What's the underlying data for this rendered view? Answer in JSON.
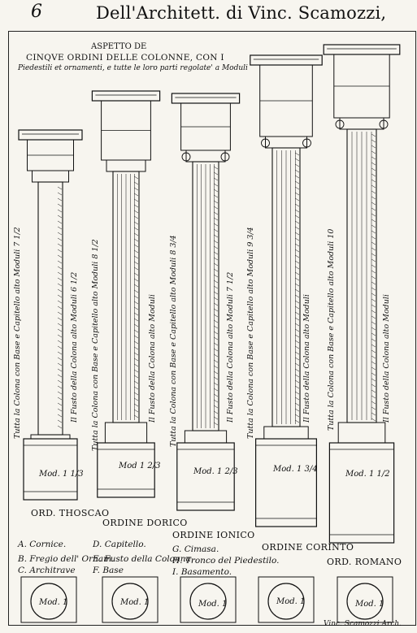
{
  "header": {
    "page_number": "6",
    "title": "Dell'Architett. di Vinc. Scamozzi,"
  },
  "plate": {
    "caption_line1": "ASPETTO DE",
    "caption_line2": "CINQVE ORDINI DELLE COLONNE, CON I",
    "caption_line3": "Piedestili et ornamenti, e tutte le loro parti regolate' a Moduli",
    "orders": [
      {
        "name": "ORD. THOSCAO",
        "vertical_label": "Tutta la Colona con Base e Capitello alto Moduli 7 1/2",
        "shaft_label": "Il Fusto della Colona alto Moduli 6 1/2",
        "pedestal_label": "Mod. 1 1/3"
      },
      {
        "name": "ORDINE DORICO",
        "vertical_label": "Tutta la Colona con Base e Capitello alto Moduli 8 1/2",
        "shaft_label": "Il Fusto della Colona alto Moduli",
        "pedestal_label": "Mod 1 2/3"
      },
      {
        "name": "ORDINE IONICO",
        "vertical_label": "Tutta la Colona con Base e Capitello alto Moduli 8 3/4",
        "shaft_label": "Il Fusto della Colona alto Moduli 7 1/2",
        "pedestal_label": "Mod. 1 2/3"
      },
      {
        "name": "ORDINE CORINTO",
        "vertical_label": "Tutta la Colona con Base e Capitello alto Moduli 9 3/4",
        "shaft_label": "Il Fusto della Colona alto Moduli",
        "pedestal_label": "Mod. 1 3/4"
      },
      {
        "name": "ORD. ROMANO",
        "vertical_label": "Tutta la Colona con Base e Capitello alto Moduli 10",
        "shaft_label": "Il Fusto della Colona alto Moduli",
        "pedestal_label": "Mod. 1 1/2"
      }
    ],
    "legend": {
      "a": "A. Cornice.",
      "b": "B. Fregio dell' Ornam.",
      "c": "C. Architrave",
      "d": "D. Capitello.",
      "e": "E. Fusto della Colonna.",
      "f": "F. Base",
      "g": "G. Cimasa.",
      "h": "H. Tronco del Piedestilo.",
      "i": "I. Basamento."
    },
    "module_circle_label": "Mod. 1",
    "signature": "Vinc. Scamozzi Arch."
  },
  "colors": {
    "ink": "#111111",
    "paper": "#f7f5ef"
  }
}
